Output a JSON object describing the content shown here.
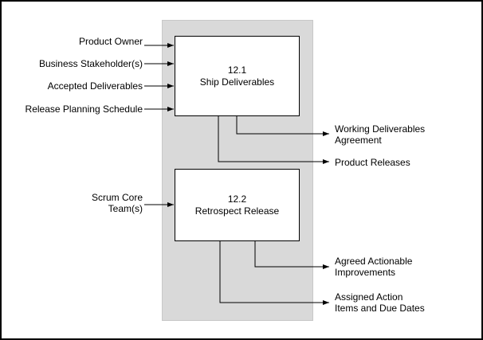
{
  "inputs_1": [
    {
      "label": "Product Owner"
    },
    {
      "label": "Business Stakeholder(s)"
    },
    {
      "label": "Accepted Deliverables"
    },
    {
      "label": "Release Planning Schedule"
    }
  ],
  "process_1": {
    "number": "12.1",
    "name": "Ship Deliverables"
  },
  "outputs_1": [
    {
      "line1": "Working Deliverables",
      "line2": "Agreement"
    },
    {
      "line1": "Product Releases",
      "line2": ""
    }
  ],
  "inputs_2": [
    {
      "line1": "Scrum Core",
      "line2": "Team(s)"
    }
  ],
  "process_2": {
    "number": "12.2",
    "name": "Retrospect Release"
  },
  "outputs_2": [
    {
      "line1": "Agreed Actionable",
      "line2": "Improvements"
    },
    {
      "line1": "Assigned Action",
      "line2": "Items and Due Dates"
    }
  ],
  "colors": {
    "column": "#d9d9d9",
    "line": "#000000"
  }
}
